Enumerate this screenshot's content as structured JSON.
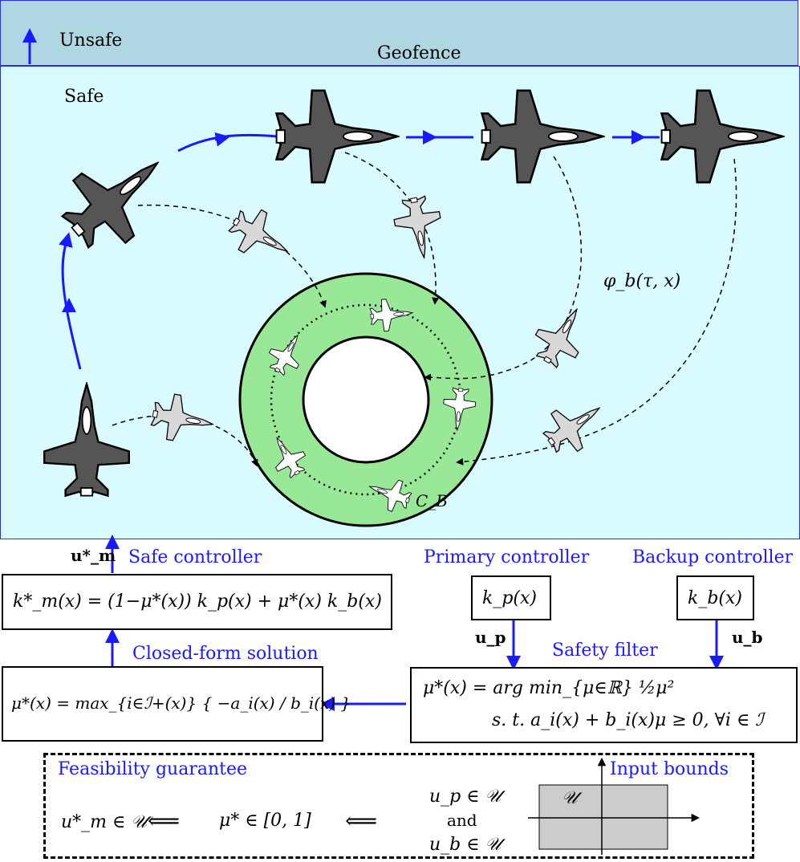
{
  "regions": {
    "unsafe_label": "Unsafe",
    "geofence_label": "Geofence",
    "safe_label": "Safe"
  },
  "diagram_labels": {
    "backup_flow": "φ_b(τ, x)",
    "backup_set": "C_B"
  },
  "controllers": {
    "safe_title": "Safe controller",
    "safe_output": "u*_m",
    "safe_formula": "k*_m(x) = (1−μ*(x)) k_p(x) + μ*(x) k_b(x)",
    "primary_title": "Primary controller",
    "primary_formula": "k_p(x)",
    "primary_output": "u_p",
    "backup_title": "Backup controller",
    "backup_formula": "k_b(x)",
    "backup_output": "u_b"
  },
  "filter": {
    "title": "Safety filter",
    "line1": "μ*(x) = arg min_{μ∈ℝ}   ½μ²",
    "line2": "s. t.  a_i(x) + b_i(x)μ ≥ 0,  ∀i ∈ ℐ"
  },
  "closed_form": {
    "title": "Closed-form solution",
    "formula": "μ*(x) = max_{i∈ℐ+(x)} { −a_i(x) / b_i(x) }"
  },
  "feasibility": {
    "title": "Feasibility guarantee",
    "input_bounds_title": "Input bounds",
    "result": "u*_m ∈ 𝒰",
    "implies_left": "⟸",
    "mu_range": "μ* ∈ [0,  1]",
    "implies_right": "⟸",
    "cond_p": "u_p ∈ 𝒰",
    "and": "and",
    "cond_b": "u_b ∈ 𝒰",
    "set_label": "𝒰"
  },
  "colors": {
    "unsafe_fill": "#aed6e3",
    "safe_fill": "#d9fbff",
    "ring_fill": "#98e898",
    "arrow_blue": "#1a1aff",
    "jet_dark": "#555555",
    "jet_light": "#d8d8d8",
    "bounds_fill": "#cccccc"
  }
}
